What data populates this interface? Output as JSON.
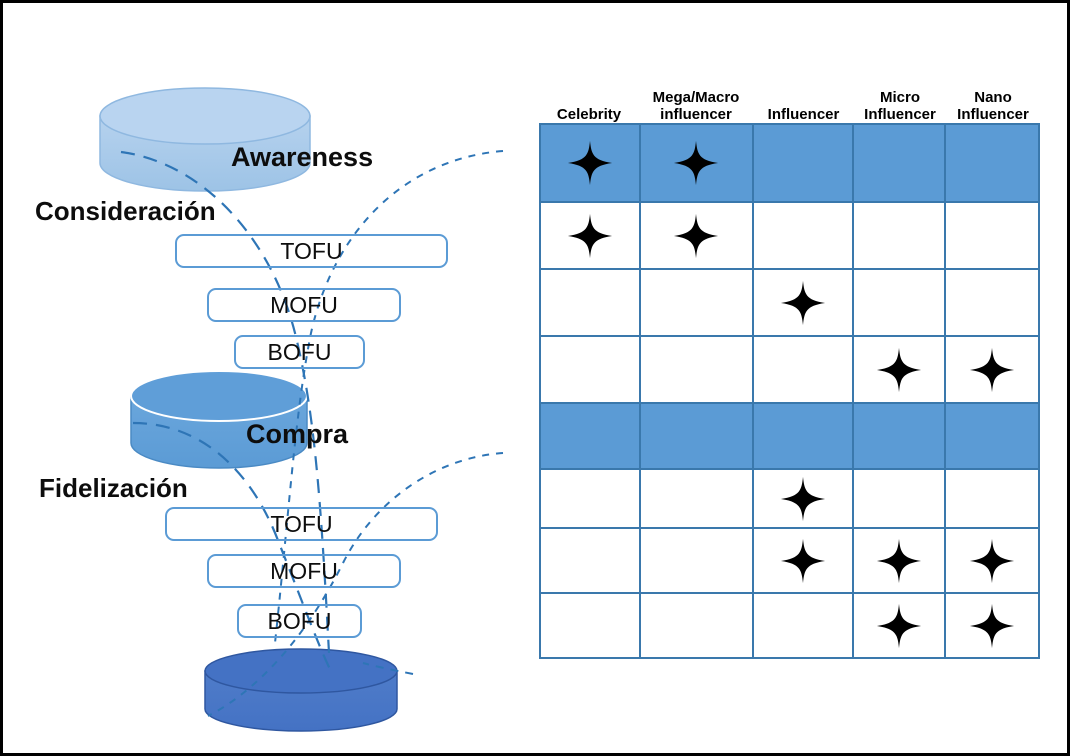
{
  "funnel": {
    "stages": [
      {
        "name": "awareness-cylinder",
        "label": "Awareness",
        "fill": "#9dc3e6"
      },
      {
        "name": "compra-cylinder",
        "label": "Compra",
        "fill": "#5b9bd5"
      },
      {
        "name": "retention-cylinder",
        "label": "",
        "fill": "#4472c4"
      }
    ],
    "section_labels": [
      {
        "name": "consideracion-label",
        "label": "Consideración"
      },
      {
        "name": "fidelizacion-label",
        "label": "Fidelización"
      }
    ],
    "upper_group": [
      {
        "label": "TOFU"
      },
      {
        "label": "MOFU"
      },
      {
        "label": "BOFU"
      }
    ],
    "lower_group": [
      {
        "label": "TOFU"
      },
      {
        "label": "MOFU"
      },
      {
        "label": "BOFU"
      }
    ],
    "box_border_color": "#5b9bd5",
    "curve_color": "#2e75b6"
  },
  "matrix": {
    "columns": [
      {
        "label": "Celebrity",
        "lines": [
          "Celebrity"
        ]
      },
      {
        "label": "Mega/Macro influencer",
        "lines": [
          "Mega/Macro",
          "influencer"
        ]
      },
      {
        "label": "Influencer",
        "lines": [
          "Influencer"
        ]
      },
      {
        "label": "Micro Influencer",
        "lines": [
          "Micro",
          "Influencer"
        ]
      },
      {
        "label": "Nano Influencer",
        "lines": [
          "Nano",
          "Influencer"
        ]
      }
    ],
    "grid_line_color": "#3a78ac",
    "shaded_row_color": "#5b9bd5",
    "star_glyph": "four-pointed-star",
    "rows": [
      {
        "shaded": true,
        "cells": [
          true,
          true,
          false,
          false,
          false
        ]
      },
      {
        "shaded": false,
        "cells": [
          true,
          true,
          false,
          false,
          false
        ]
      },
      {
        "shaded": false,
        "cells": [
          false,
          false,
          true,
          false,
          false
        ]
      },
      {
        "shaded": false,
        "cells": [
          false,
          false,
          false,
          true,
          true
        ]
      },
      {
        "shaded": true,
        "cells": [
          false,
          false,
          false,
          false,
          false
        ]
      },
      {
        "shaded": false,
        "cells": [
          false,
          false,
          true,
          false,
          false
        ]
      },
      {
        "shaded": false,
        "cells": [
          false,
          false,
          true,
          true,
          true
        ]
      },
      {
        "shaded": false,
        "cells": [
          false,
          false,
          false,
          true,
          true
        ]
      }
    ]
  }
}
